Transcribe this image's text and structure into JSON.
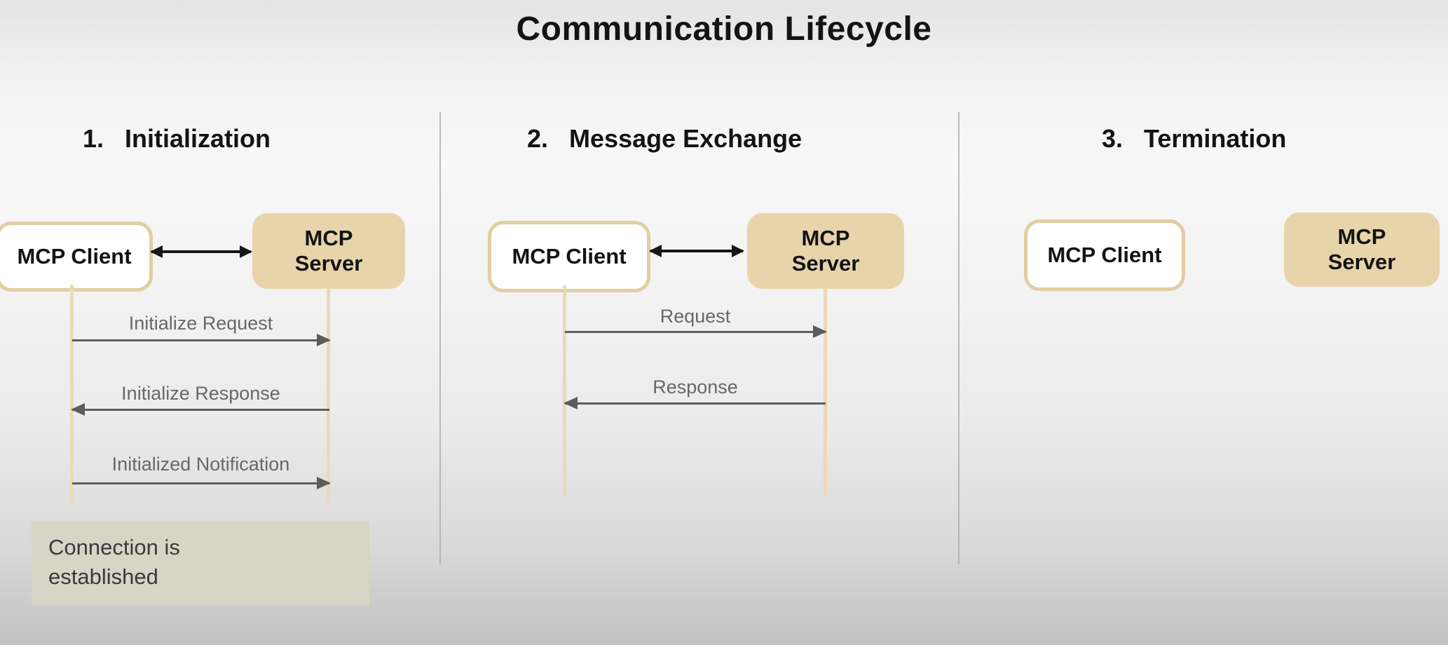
{
  "title": "Communication Lifecycle",
  "sections": [
    {
      "number": "1.",
      "heading": "Initialization",
      "client": "MCP Client",
      "server": "MCP Server",
      "messages": [
        {
          "label": "Initialize Request",
          "direction": "client-to-server"
        },
        {
          "label": "Initialize Response",
          "direction": "server-to-client"
        },
        {
          "label": "Initialized Notification",
          "direction": "client-to-server"
        }
      ],
      "note": "Connection is established"
    },
    {
      "number": "2.",
      "heading": "Message Exchange",
      "client": "MCP Client",
      "server": "MCP Server",
      "messages": [
        {
          "label": "Request",
          "direction": "client-to-server"
        },
        {
          "label": "Response",
          "direction": "server-to-client"
        }
      ]
    },
    {
      "number": "3.",
      "heading": "Termination",
      "client": "MCP Client",
      "server": "MCP Server"
    }
  ],
  "colors": {
    "server_box_fill": "#e7d4aa",
    "client_box_border": "#e3cda2",
    "lifeline": "#e9dbb6",
    "message_arrow": "#5c5c5c",
    "message_label": "#686868",
    "link_arrow": "#161616",
    "note_bg": "#d8d4c6",
    "heading_text": "#141414"
  }
}
